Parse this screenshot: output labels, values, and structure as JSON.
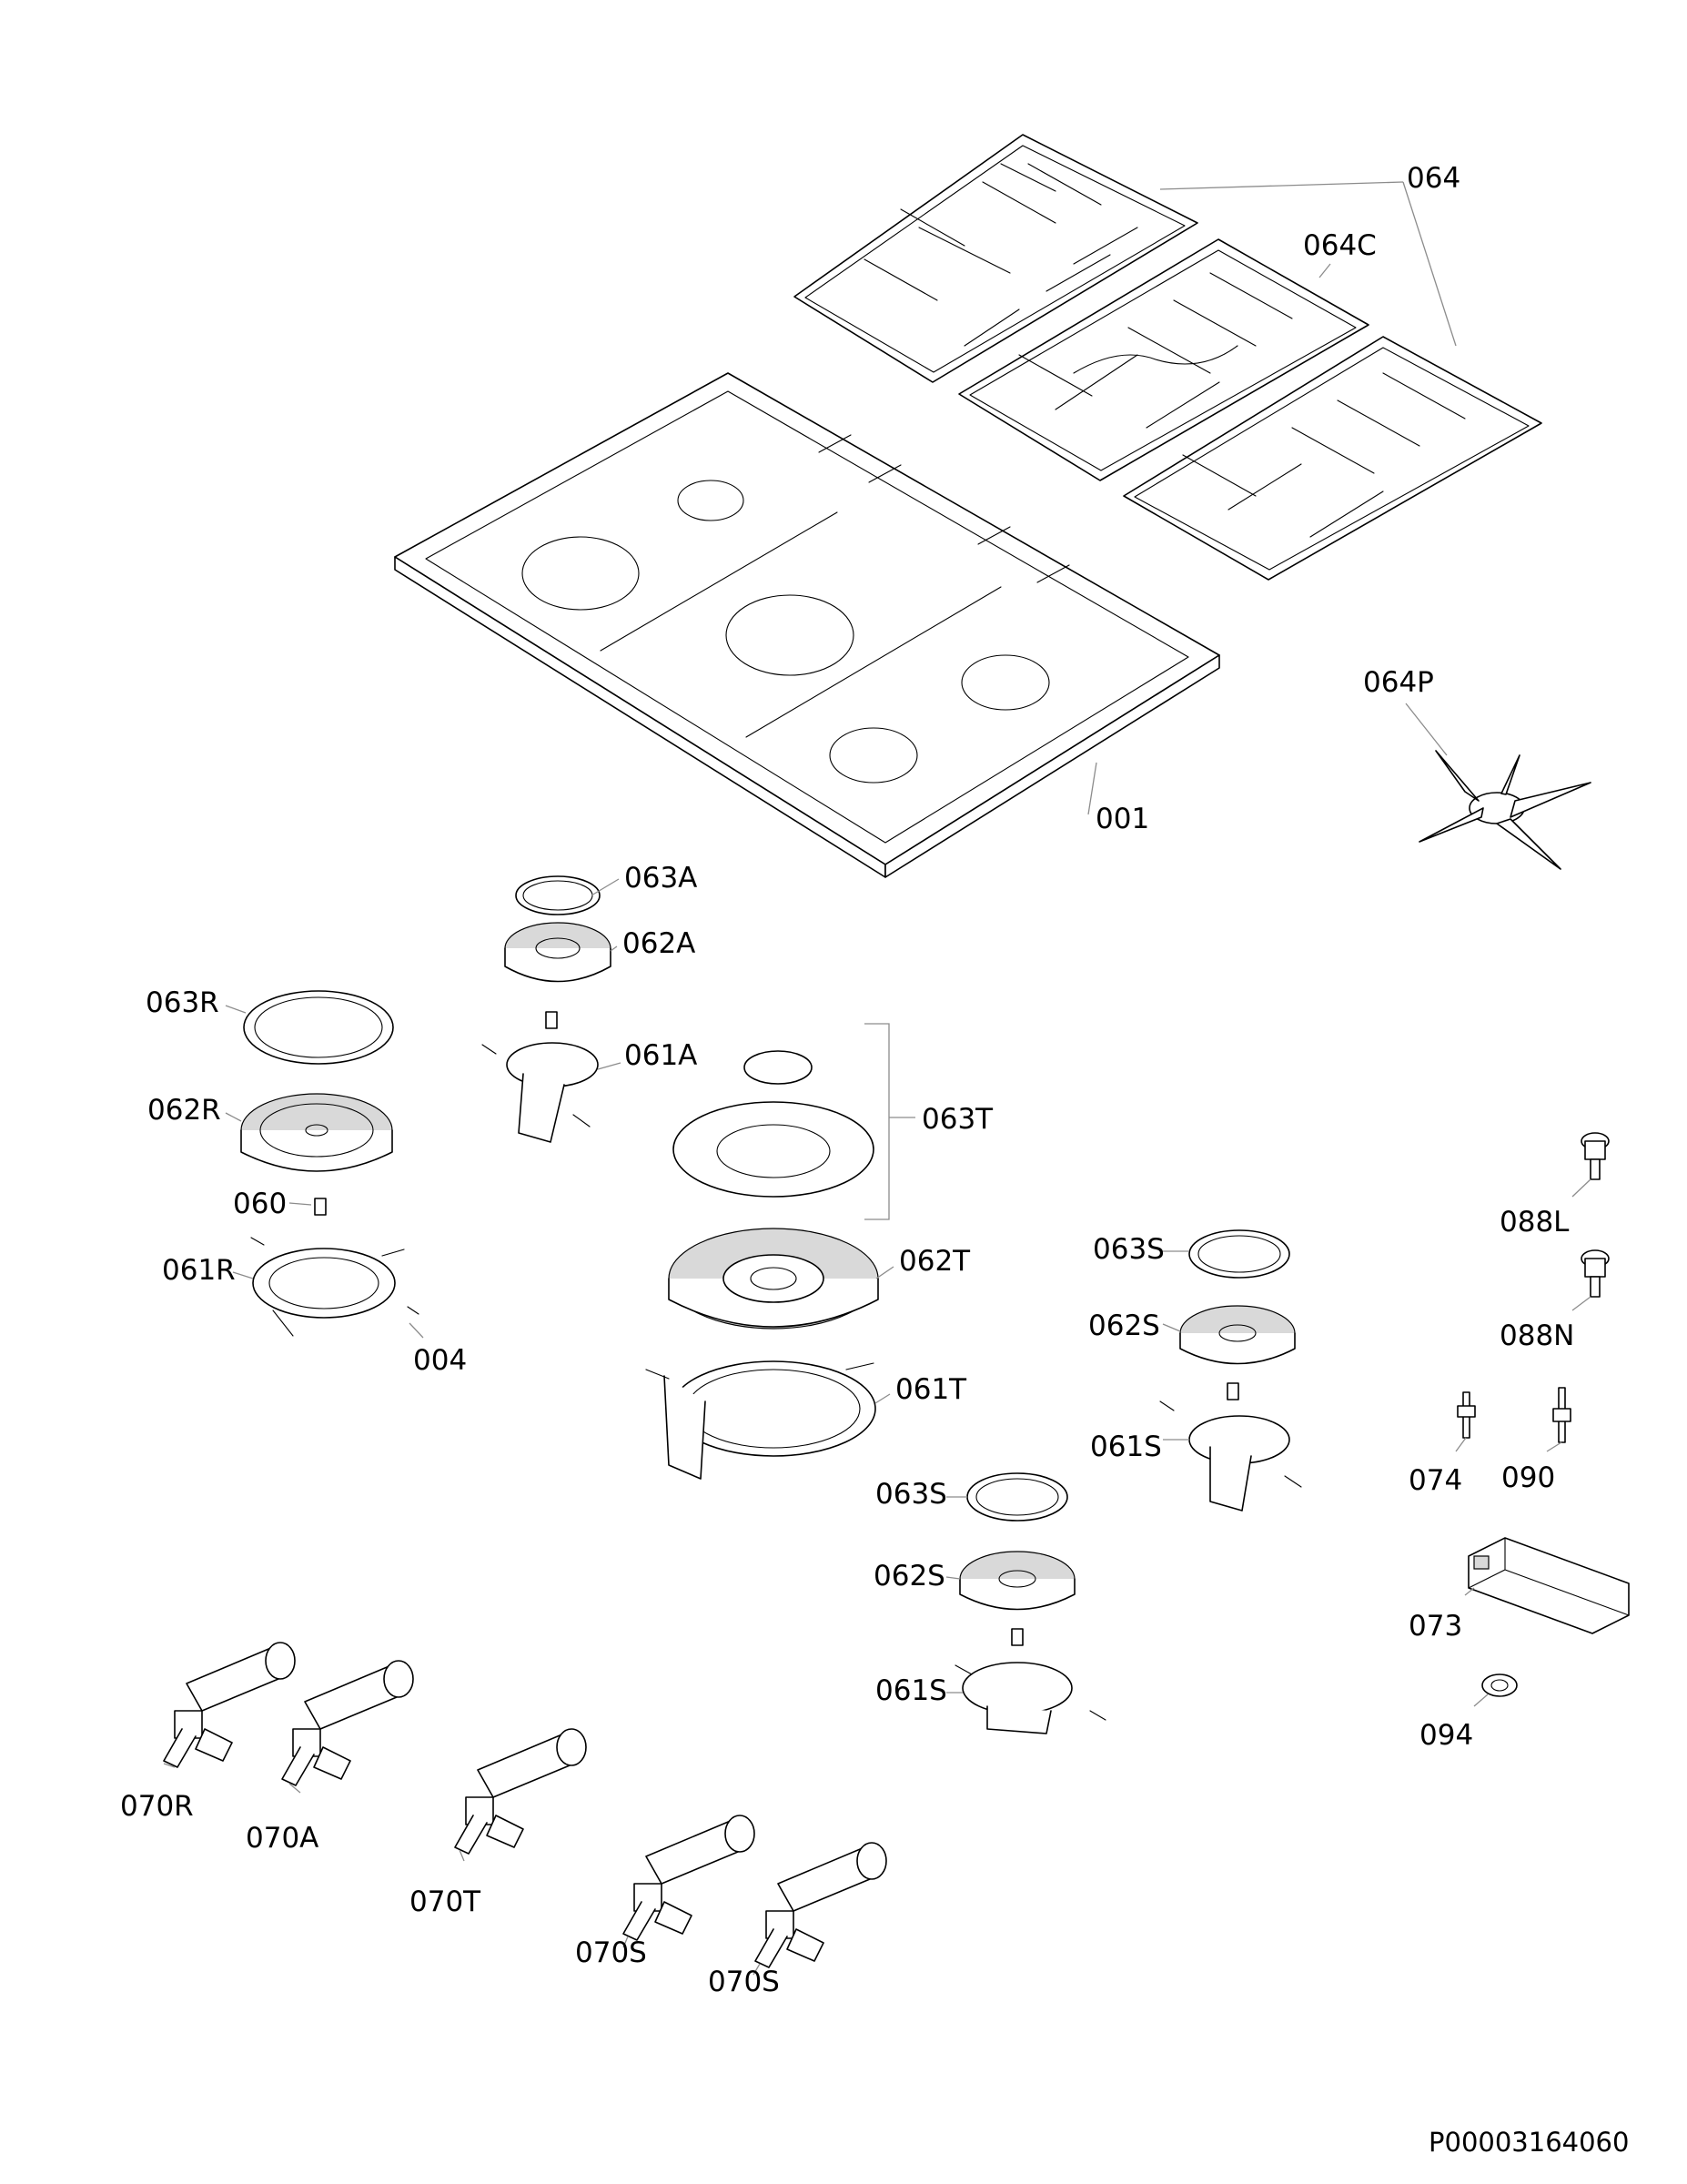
{
  "callouts": {
    "c064": "064",
    "c064C": "064C",
    "c064P": "064P",
    "c001": "001",
    "c063A": "063A",
    "c062A": "062A",
    "c061A": "061A",
    "c063R": "063R",
    "c062R": "062R",
    "c060": "060",
    "c061R": "061R",
    "c004": "004",
    "c063T": "063T",
    "c062T": "062T",
    "c061T": "061T",
    "c063S_a": "063S",
    "c062S_a": "062S",
    "c061S_a": "061S",
    "c063S_b": "063S",
    "c062S_b": "062S",
    "c061S_b": "061S",
    "c088L": "088L",
    "c088N": "088N",
    "c074": "074",
    "c090": "090",
    "c073": "073",
    "c094": "094",
    "c070R": "070R",
    "c070A": "070A",
    "c070T": "070T",
    "c070S_a": "070S",
    "c070S_b": "070S"
  },
  "document_number": "P00003164060"
}
